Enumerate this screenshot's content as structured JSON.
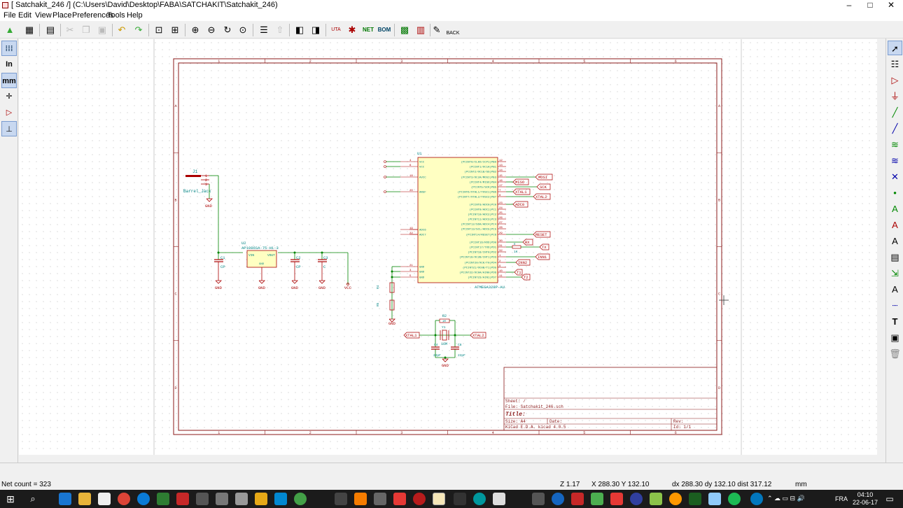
{
  "window": {
    "title": "[ Satchakit_246 /] (C:\\Users\\David\\Desktop\\FABA\\SATCHAKIT\\Satchakit_246)",
    "minimize": "–",
    "maximize": "□",
    "close": "✕"
  },
  "menu": [
    "File",
    "Edit",
    "View",
    "Place",
    "Preferences",
    "Tools",
    "Help"
  ],
  "toolbar": {
    "back_label": "BACK",
    "net_label": "NET",
    "bom_label": "BOM",
    "uta_label": "UTA"
  },
  "left_toolbar": {
    "units_in": "In",
    "units_mm": "mm"
  },
  "schematic": {
    "frame_cols": [
      "1",
      "2",
      "3",
      "4",
      "5",
      "6"
    ],
    "frame_rows": [
      "A",
      "B",
      "C",
      "D"
    ],
    "j1_ref": "J1",
    "j1_name": "Barrel_Jack",
    "j1_pins": [
      "1",
      "2",
      "3"
    ],
    "u2_ref": "U2",
    "u2_name": "AP1086SA-75-H1-3",
    "u2_vin": "VIN",
    "u2_vout": "VOUT",
    "u2_gnd": "GND",
    "c1_ref": "C1",
    "c1_val": "CP",
    "c2_ref": "C2",
    "c2_val": "CP",
    "c3_ref": "C3",
    "c3_val": "C",
    "gnd": "GND",
    "vcc": "VCC",
    "u1_ref": "U1",
    "u1_name": "ATMEGA328P-AU",
    "u1_left_pins": [
      {
        "num": "4",
        "name": "VCC"
      },
      {
        "num": "6",
        "name": "VCC"
      },
      {
        "num": "18",
        "name": "AVCC"
      },
      {
        "num": "20",
        "name": "AREF"
      },
      {
        "num": "19",
        "name": "ADC6"
      },
      {
        "num": "22",
        "name": "ADC7"
      },
      {
        "num": "21",
        "name": "GND"
      },
      {
        "num": "3",
        "name": "GND"
      },
      {
        "num": "5",
        "name": "GND"
      }
    ],
    "u1_right_pins": [
      {
        "num": "12",
        "name": "(PCINT0/CLKO/ICP1)PB0"
      },
      {
        "num": "13",
        "name": "(PCINT1/OC1A)PB1"
      },
      {
        "num": "14",
        "name": "(PCINT2/OC1B/SS)PB2"
      },
      {
        "num": "15",
        "name": "(PCINT3/OC2A/MOSI)PB3"
      },
      {
        "num": "16",
        "name": "(PCINT4/MISO)PB4"
      },
      {
        "num": "17",
        "name": "(PCINT5/SCK)PB5"
      },
      {
        "num": "7",
        "name": "(PCINT6/XTAL1/TOSC1)PB6"
      },
      {
        "num": "8",
        "name": "(PCINT7/XTAL2/TOSC2)PB7"
      },
      {
        "num": "23",
        "name": "(PCINT8/ADC0)PC0"
      },
      {
        "num": "24",
        "name": "(PCINT9/ADC1)PC1"
      },
      {
        "num": "25",
        "name": "(PCINT10/ADC2)PC2"
      },
      {
        "num": "26",
        "name": "(PCINT11/ADC3)PC3"
      },
      {
        "num": "27",
        "name": "(PCINT12/SDA/ADC4)PC4"
      },
      {
        "num": "28",
        "name": "(PCINT13/SCL/ADC5)PC5"
      },
      {
        "num": "29",
        "name": "(PCINT14/RESET)PC6"
      },
      {
        "num": "30",
        "name": "(PCINT16/RXD)PD0"
      },
      {
        "num": "31",
        "name": "(PCINT17/TXD)PD1"
      },
      {
        "num": "32",
        "name": "(PCINT18/INT0)PD2"
      },
      {
        "num": "1",
        "name": "(PCINT19/OC2B/INT1)PD3"
      },
      {
        "num": "2",
        "name": "(PCINT20/XCK/T0)PD4"
      },
      {
        "num": "9",
        "name": "(PCINT21/OC0B/T1)PD5"
      },
      {
        "num": "10",
        "name": "(PCINT22/OC0A/AIN0)PD6"
      },
      {
        "num": "11",
        "name": "(PCINT23/AIN1)PD7"
      }
    ],
    "labels": {
      "mosi": "MOSI",
      "miso": "MISO",
      "sck": "SCK",
      "xtal1": "XTAL1",
      "xtal2": "XTAL2",
      "adc0": "ADC0",
      "reset": "RESET",
      "rx": "RX",
      "tx": "TX",
      "inn1": "INN1",
      "inn2": "INN2",
      "t1": "T1",
      "t2": "T2"
    },
    "r_ref": "R",
    "r_val": "1K",
    "r4_ref": "R4",
    "r5_ref": "R5",
    "r2_ref": "R2",
    "r2_val": "1M",
    "y1_ref": "Y1",
    "y1_val": "16M",
    "c4_ref": "C4",
    "c4_val": "22pF",
    "c8_ref": "C8",
    "c8_val": "22pF",
    "titleblock": {
      "sheet": "Sheet: /",
      "file": "File: Satchakit_246.sch",
      "title_label": "Title:",
      "size": "Size: A4",
      "date": "Date:",
      "rev": "Rev:",
      "kicad": "KiCad E.D.A.  kicad 4.0.5",
      "id": "Id: 1/1"
    }
  },
  "message": "",
  "status": {
    "net_count": "Net count = 323",
    "zoom": "Z 1.17",
    "xy": "X 288.30  Y 132.10",
    "dxy": "dx 288.30  dy 132.10  dist 317.12",
    "units": "mm"
  },
  "taskbar": {
    "lang": "FRA",
    "time": "04:10",
    "date": "22-06-17"
  }
}
